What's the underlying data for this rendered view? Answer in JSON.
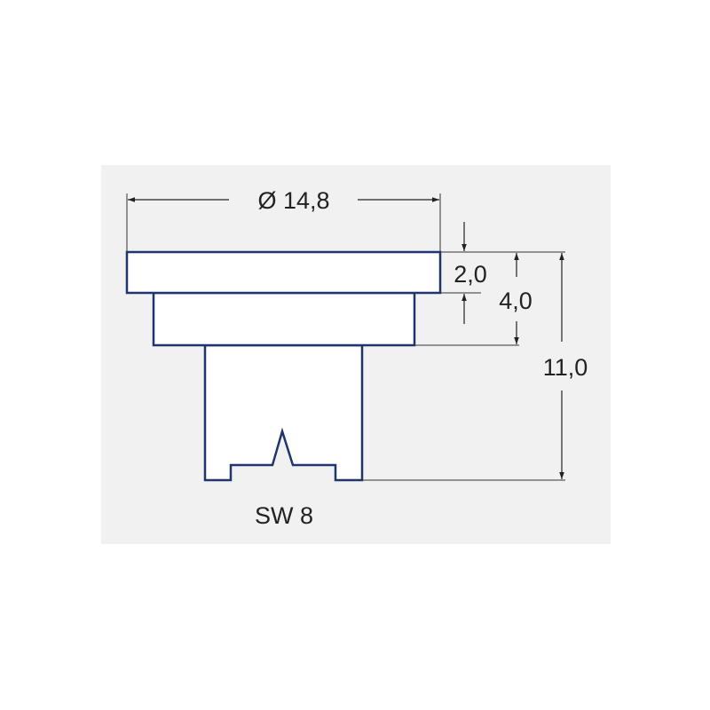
{
  "colors": {
    "background": "#f1f1f1",
    "part_outline": "#1f3570",
    "part_fill": "#ffffff",
    "dimension_line": "#222222"
  },
  "dimensions": {
    "diameter": "Ø 14,8",
    "flange_height": "2,0",
    "upper_height": "4,0",
    "total_height": "11,0"
  },
  "label": {
    "wrench_size": "SW 8"
  }
}
